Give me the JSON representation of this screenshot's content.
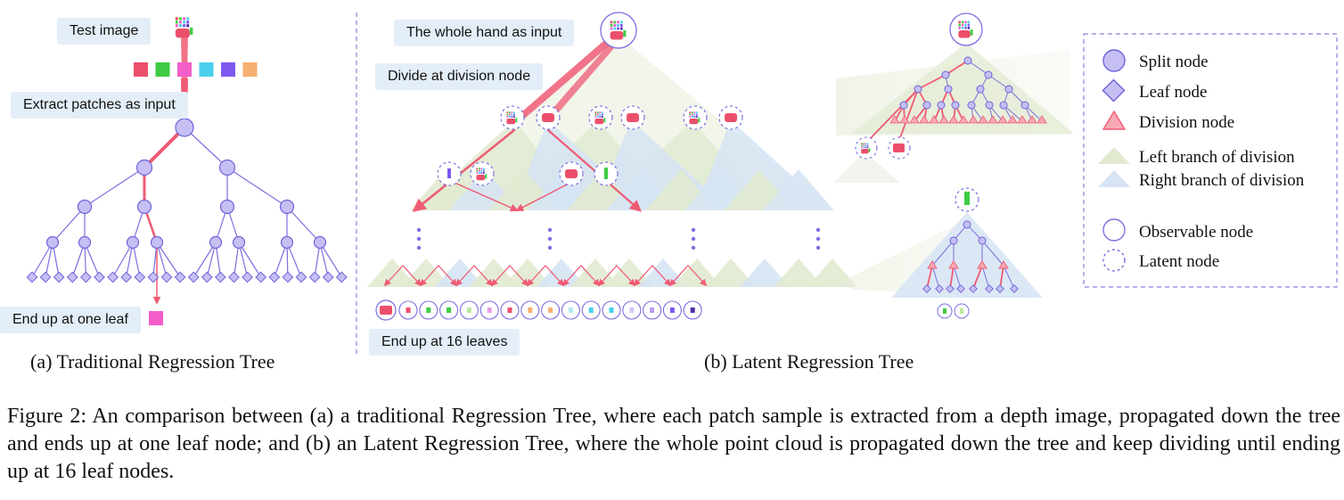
{
  "panel_a": {
    "callouts": {
      "test_image": "Test image",
      "extract_patches": "Extract patches as input",
      "end_one_leaf": "End up at one leaf"
    },
    "caption": "(a) Traditional Regression Tree",
    "patch_colors": [
      "#ec4f6b",
      "#3fcb44",
      "#f35ec8",
      "#4ad0ee",
      "#7d58f0",
      "#f7ae72"
    ]
  },
  "panel_b": {
    "callouts": {
      "whole_hand": "The whole hand as input",
      "divide": "Divide at division node",
      "end_16": "End up at 16 leaves"
    },
    "caption": "(b)  Latent Regression Tree",
    "leaf_colors": [
      "#ec4f6b",
      "#3fcb44",
      "#3fcb44",
      "#b9ea9a",
      "#e89de0",
      "#ec4f6b",
      "#f7ae72",
      "#f7ae72",
      "#b4e7f2",
      "#4ad0ee",
      "#4ad0ee",
      "#d8c6f6",
      "#b99cf0",
      "#7d58f0",
      "#4f2fa8"
    ]
  },
  "legend": {
    "items": [
      {
        "label": "Split node",
        "icon": "split-node-icon"
      },
      {
        "label": "Leaf node",
        "icon": "leaf-node-icon"
      },
      {
        "label": "Division node",
        "icon": "division-node-icon"
      },
      {
        "label": "Left branch of division",
        "icon": "left-branch-icon"
      },
      {
        "label": "Right branch of division",
        "icon": "right-branch-icon"
      },
      {
        "label": "Observable node",
        "icon": "observable-node-icon"
      },
      {
        "label": "Latent node",
        "icon": "latent-node-icon"
      }
    ]
  },
  "colors": {
    "split_fill": "#c6bff4",
    "split_stroke": "#6e63d8",
    "edge": "#7b6fe0",
    "red": "#ef5a74",
    "left_branch": "#e1ead0",
    "right_branch": "#d6e4f4",
    "callout_bg": "#e4eef9"
  },
  "figure_caption": "Figure 2: An comparison between (a) a traditional Regression Tree, where each patch sample is extracted from a depth image, propagated down the tree and ends up at one leaf node; and (b) an Latent Regression Tree, where the whole point cloud is propagated down the tree and keep dividing until ending up at 16 leaf nodes."
}
